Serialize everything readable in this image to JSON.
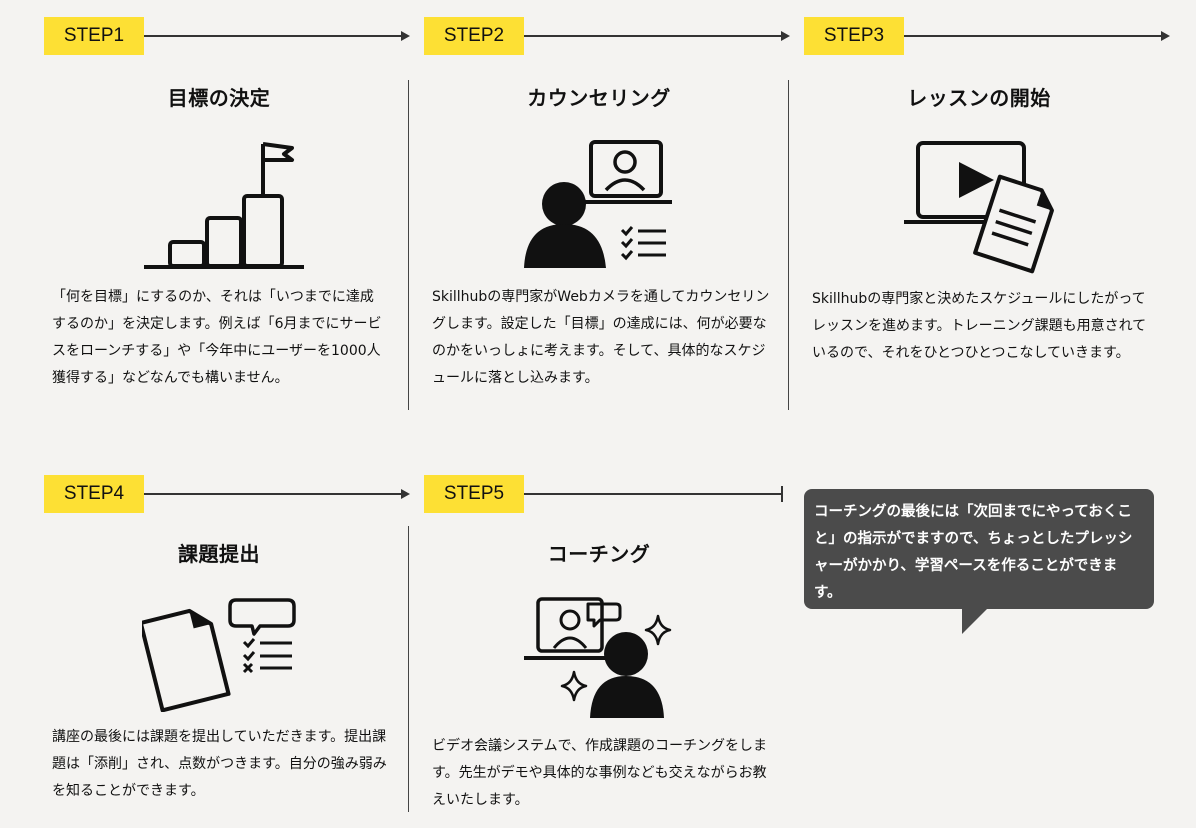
{
  "steps": [
    {
      "label": "STEP1",
      "title": "目標の決定",
      "desc": "「何を目標」にするのか、それは「いつまでに達成するのか」を決定します。例えば「6月までにサービスをローンチする」や「今年中にユーザーを1000人獲得する」などなんでも構いません。"
    },
    {
      "label": "STEP2",
      "title": "カウンセリング",
      "desc": "Skillhubの専門家がWebカメラを通してカウンセリングします。設定した「目標」の達成には、何が必要なのかをいっしょに考えます。そして、具体的なスケジュールに落とし込みます。"
    },
    {
      "label": "STEP3",
      "title": "レッスンの開始",
      "desc": "Skillhubの専門家と決めたスケジュールにしたがってレッスンを進めます。トレーニング課題も用意されているので、それをひとつひとつこなしていきます。"
    },
    {
      "label": "STEP4",
      "title": "課題提出",
      "desc": "講座の最後には課題を提出していただきます。提出課題は「添削」され、点数がつきます。自分の強み弱みを知ることができます。"
    },
    {
      "label": "STEP5",
      "title": "コーチング",
      "desc": "ビデオ会議システムで、作成課題のコーチングをします。先生がデモや具体的な事例なども交えながらお教えいたします。"
    }
  ],
  "bubble": {
    "text": "コーチングの最後には「次回までにやっておくこと」の指示がでますので、ちょっとしたプレッシャーがかかり、学習ペースを作ることができます。"
  },
  "colors": {
    "accent": "#fde034",
    "background": "#f4f3f1",
    "bubble": "#4b4b4b"
  },
  "icons": [
    "goal-stairs-flag-icon",
    "video-counseling-icon",
    "video-lesson-document-icon",
    "document-checklist-icon",
    "video-coaching-sparkle-icon"
  ]
}
